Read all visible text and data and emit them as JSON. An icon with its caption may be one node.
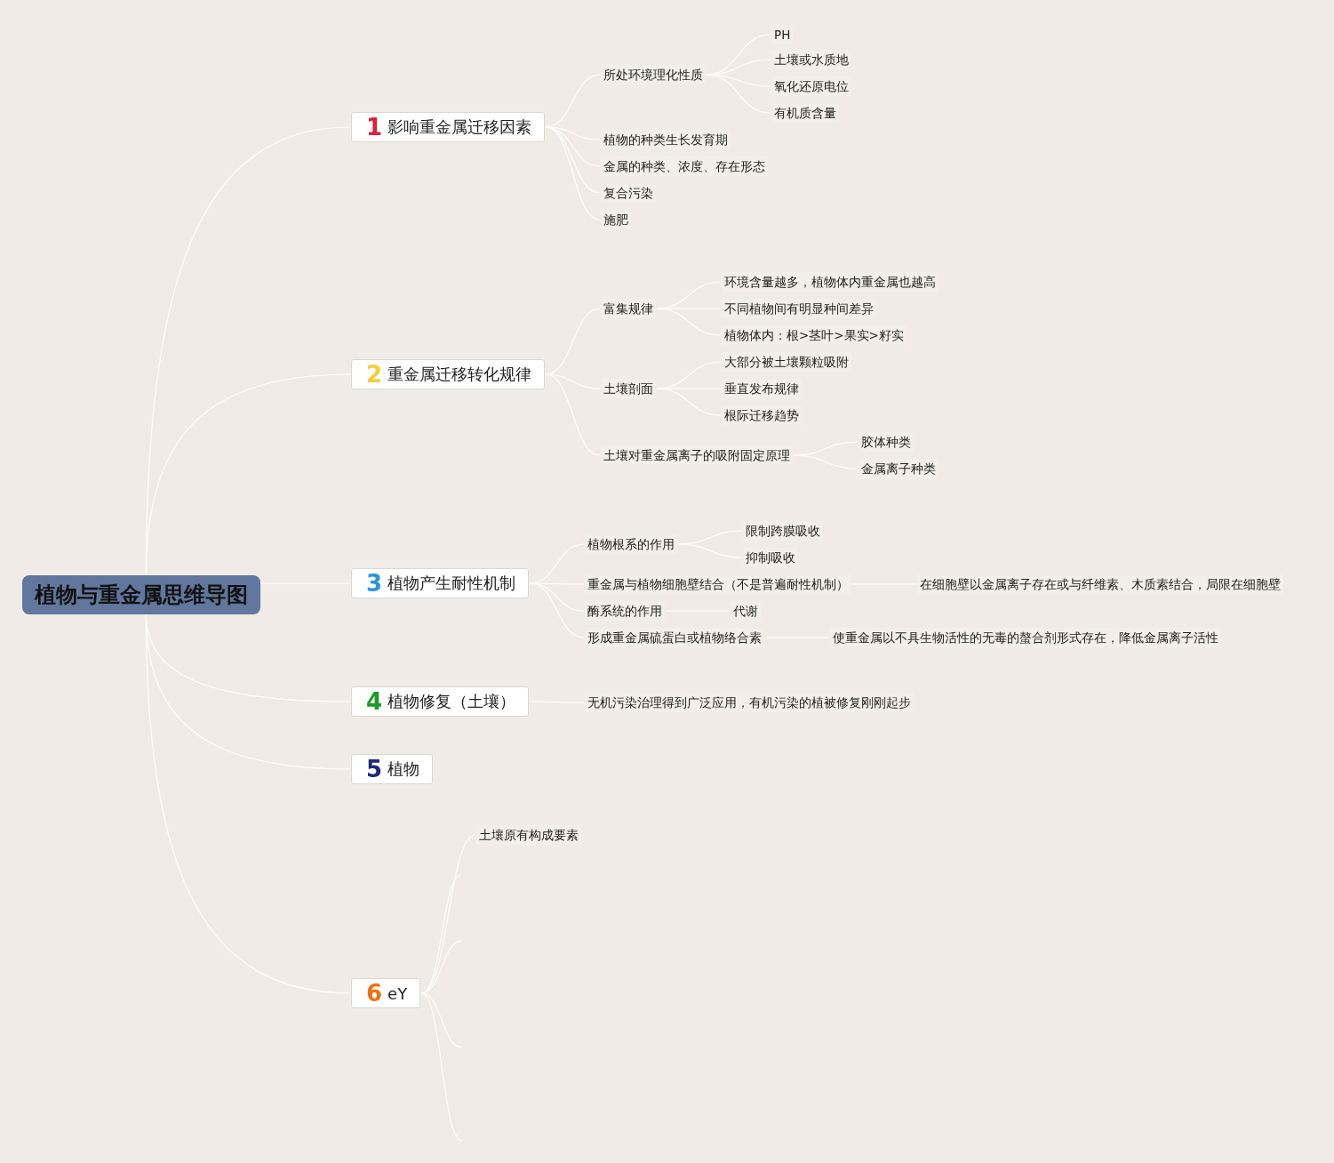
{
  "diagram": {
    "nodes": [
      {
        "text": [
          "植物与重金属思维导图"
        ]
      },
      {
        "text": [
          "1",
          "影响重金属迁移因素"
        ]
      },
      {
        "text": [
          "所处环境理化性质"
        ]
      },
      {
        "text": [
          "PH"
        ]
      },
      {
        "text": [
          "土壤或水质地"
        ]
      },
      {
        "text": [
          "氧化还原电位"
        ]
      },
      {
        "text": [
          "有机质含量"
        ]
      },
      {
        "text": [
          "植物的种类生长发育期"
        ]
      },
      {
        "text": [
          "金属的种类、浓度、存在形态"
        ]
      },
      {
        "text": [
          "复合污染"
        ]
      },
      {
        "text": [
          "施肥"
        ]
      },
      {
        "text": [
          "2",
          "重金属迁移转化规律"
        ]
      },
      {
        "text": [
          "富集规律"
        ]
      },
      {
        "text": [
          "环境含量越多，植物体内重金属也越高"
        ]
      },
      {
        "text": [
          "不同植物间有明显种间差异"
        ]
      },
      {
        "text": [
          "植物体内：根>茎叶>果实>籽实"
        ]
      },
      {
        "text": [
          "土壤剖面"
        ]
      },
      {
        "text": [
          "大部分被土壤颗粒吸附"
        ]
      },
      {
        "text": [
          "垂直发布规律"
        ]
      },
      {
        "text": [
          "根际迁移趋势"
        ]
      },
      {
        "text": [
          "土壤对重金属离子的吸附固定原理"
        ]
      },
      {
        "text": [
          "胶体种类"
        ]
      },
      {
        "text": [
          "金属离子种类"
        ]
      },
      {
        "text": [
          "3",
          "植物产生耐性机制"
        ]
      },
      {
        "text": [
          "植物根系的作用"
        ]
      },
      {
        "text": [
          "限制跨膜吸收"
        ]
      },
      {
        "text": [
          "抑制吸收"
        ]
      },
      {
        "text": [
          "重金属与植物细胞壁结合（不是普遍耐性机制）"
        ]
      },
      {
        "text": [
          "在细胞壁以金属离子存在或与纤维素、木质素结合，局限在细胞壁"
        ]
      },
      {
        "text": [
          "酶系统的作用"
        ]
      },
      {
        "text": [
          "代谢"
        ]
      },
      {
        "text": [
          "形成重金属硫蛋白或植物络合素"
        ]
      },
      {
        "text": [
          "使重金属以不具生物活性的无毒的螯合剂形式存在，降低金属离子活性"
        ]
      },
      {
        "text": [
          "4",
          "植物修复（土壤）"
        ]
      },
      {
        "text": [
          "无机污染治理得到广泛应用，有机污染的植被修复刚刚起步"
        ]
      },
      {
        "text": [
          "5",
          "植物"
        ]
      },
      {
        "text": [
          "6",
          "eY"
        ]
      },
      {
        "text": [
          "土壤原有构成要素"
        ]
      }
    ],
    "edges": [
      {
        "from": 0,
        "to": 1,
        "arrow": "none"
      },
      {
        "from": 0,
        "to": 11,
        "arrow": "none"
      },
      {
        "from": 0,
        "to": 23,
        "arrow": "none"
      },
      {
        "from": 0,
        "to": 33,
        "arrow": "none"
      },
      {
        "from": 0,
        "to": 35,
        "arrow": "none"
      },
      {
        "from": 0,
        "to": 36,
        "arrow": "none"
      },
      {
        "from": 1,
        "to": 2,
        "arrow": "none"
      },
      {
        "from": 2,
        "to": 3,
        "arrow": "none"
      },
      {
        "from": 2,
        "to": 4,
        "arrow": "none"
      },
      {
        "from": 2,
        "to": 5,
        "arrow": "none"
      },
      {
        "from": 2,
        "to": 6,
        "arrow": "none"
      },
      {
        "from": 1,
        "to": 7,
        "arrow": "none"
      },
      {
        "from": 1,
        "to": 8,
        "arrow": "none"
      },
      {
        "from": 1,
        "to": 9,
        "arrow": "none"
      },
      {
        "from": 1,
        "to": 10,
        "arrow": "none"
      },
      {
        "from": 11,
        "to": 12,
        "arrow": "none"
      },
      {
        "from": 12,
        "to": 13,
        "arrow": "none"
      },
      {
        "from": 12,
        "to": 14,
        "arrow": "none"
      },
      {
        "from": 12,
        "to": 15,
        "arrow": "none"
      },
      {
        "from": 11,
        "to": 16,
        "arrow": "none"
      },
      {
        "from": 16,
        "to": 17,
        "arrow": "none"
      },
      {
        "from": 16,
        "to": 18,
        "arrow": "none"
      },
      {
        "from": 16,
        "to": 19,
        "arrow": "none"
      },
      {
        "from": 11,
        "to": 20,
        "arrow": "none"
      },
      {
        "from": 20,
        "to": 21,
        "arrow": "none"
      },
      {
        "from": 20,
        "to": 22,
        "arrow": "none"
      },
      {
        "from": 23,
        "to": 24,
        "arrow": "none"
      },
      {
        "from": 24,
        "to": 25,
        "arrow": "none"
      },
      {
        "from": 24,
        "to": 26,
        "arrow": "none"
      },
      {
        "from": 23,
        "to": 27,
        "arrow": "none"
      },
      {
        "from": 27,
        "to": 28,
        "arrow": "none"
      },
      {
        "from": 23,
        "to": 29,
        "arrow": "none"
      },
      {
        "from": 29,
        "to": 30,
        "arrow": "none"
      },
      {
        "from": 23,
        "to": 31,
        "arrow": "none"
      },
      {
        "from": 31,
        "to": 32,
        "arrow": "none"
      },
      {
        "from": 33,
        "to": 34,
        "arrow": "none"
      },
      {
        "from": 36,
        "to": 37,
        "arrow": "none"
      },
      {
        "from": 36,
        "to": null,
        "arrow": "none"
      },
      {
        "from": 36,
        "to": null,
        "arrow": "none"
      },
      {
        "from": 36,
        "to": null,
        "arrow": "none"
      },
      {
        "from": 36,
        "to": null,
        "arrow": "none"
      }
    ]
  }
}
